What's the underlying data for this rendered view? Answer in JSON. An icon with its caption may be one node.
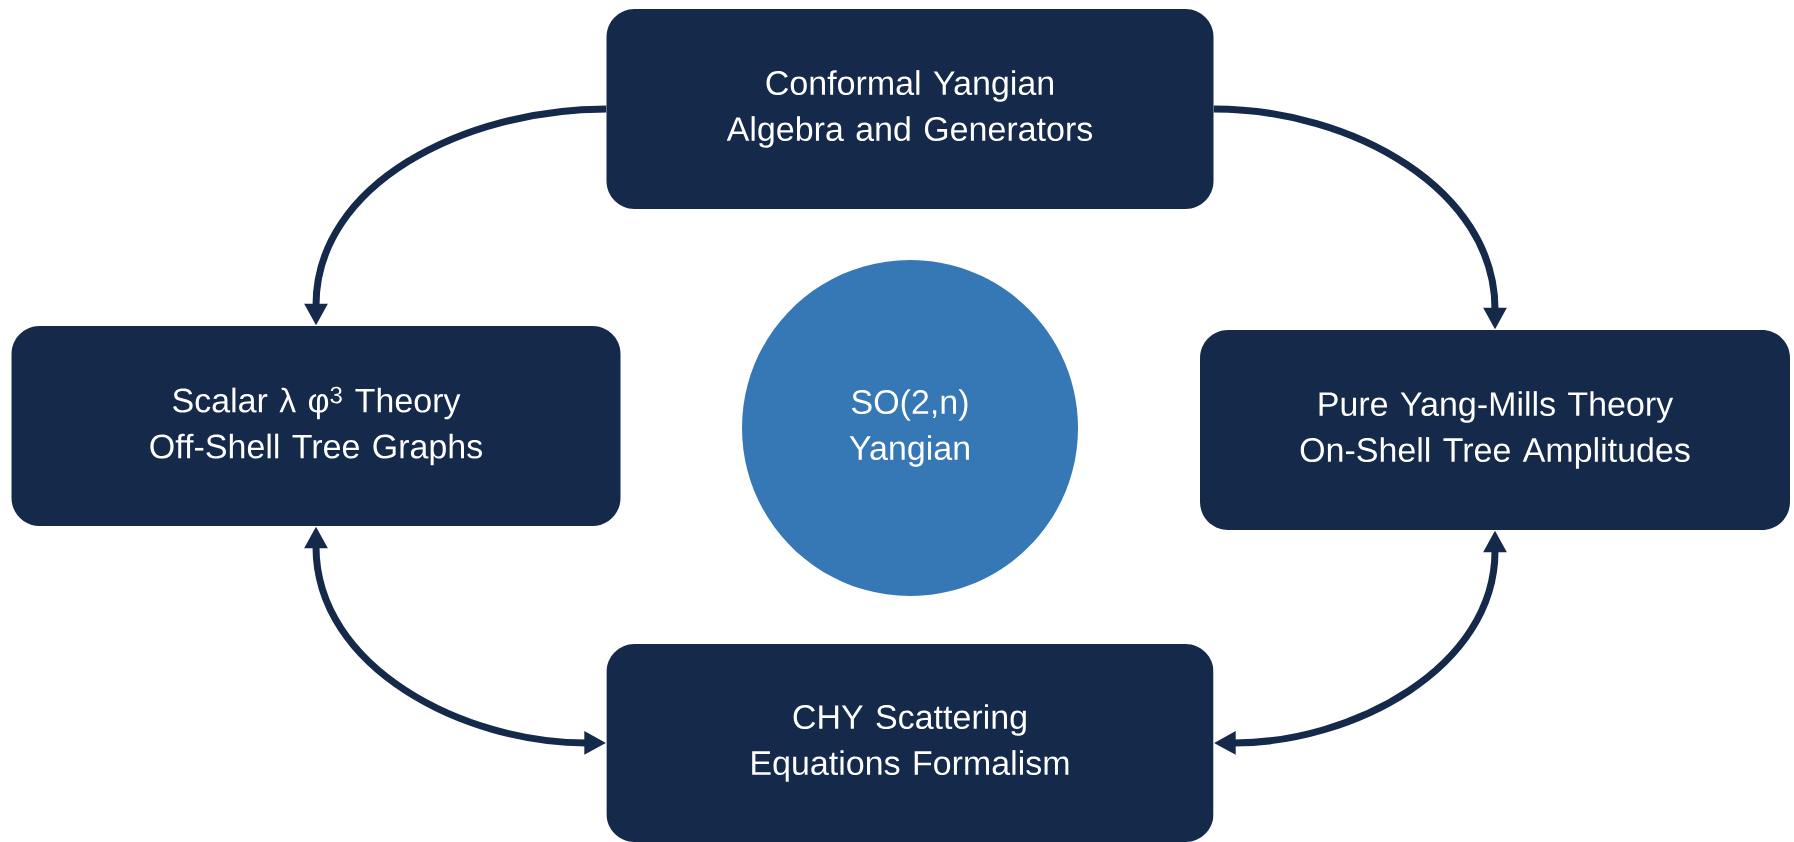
{
  "diagram": {
    "nodes": [
      {
        "text": [
          "Conformal Yangian Algebra and Generators"
        ]
      },
      {
        "text": [
          "Scalar λ φ$^{3}$ Theory Off-Shell Tree Graphs"
        ]
      },
      {
        "text": [
          "SO(2,n) Yangian"
        ]
      },
      {
        "text": [
          "Pure Yang-Mills Theory On-Shell Tree Amplitudes"
        ]
      },
      {
        "text": [
          "CHY Scattering Equations Formalism"
        ]
      }
    ],
    "edges": [
      {
        "from": 0,
        "to": 1,
        "arrow": "to"
      },
      {
        "from": 0,
        "to": 3,
        "arrow": "to"
      },
      {
        "from": 1,
        "to": 4,
        "arrow": "both"
      },
      {
        "from": 3,
        "to": 4,
        "arrow": "both"
      }
    ]
  }
}
